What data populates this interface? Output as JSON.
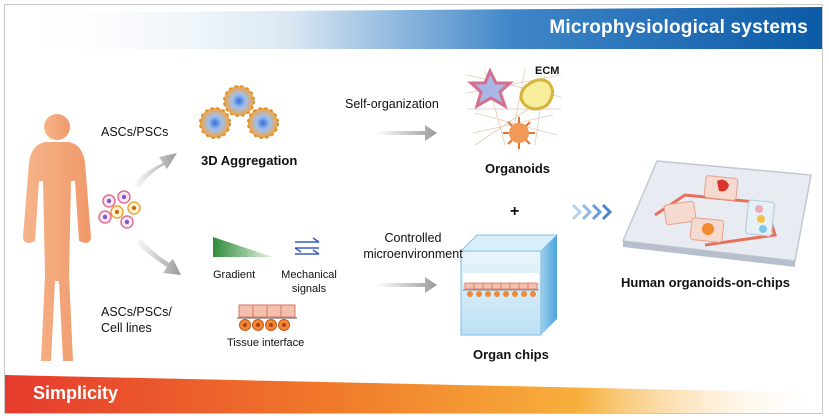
{
  "header": {
    "title": "Microphysiological systems",
    "color": "#0c5aa6"
  },
  "footer": {
    "title": "Simplicity",
    "color": "#e63a2e"
  },
  "source": {
    "label_upper": "ASCs/PSCs",
    "label_lower_line1": "ASCs/PSCs/",
    "label_lower_line2": "Cell lines"
  },
  "aggregation": {
    "label": "3D Aggregation"
  },
  "self_organization": {
    "label": "Self-organization"
  },
  "organoids": {
    "label": "Organoids",
    "ecm_label": "ECM"
  },
  "plus": "+",
  "controlled": {
    "line1": "Controlled",
    "line2": "microenvironment"
  },
  "cues": {
    "gradient": "Gradient",
    "mechanical_line1": "Mechanical",
    "mechanical_line2": "signals",
    "tissue": "Tissue interface"
  },
  "organ_chips": {
    "label": "Organ chips"
  },
  "result": {
    "label": "Human organoids-on-chips"
  },
  "icons": [
    "human-body-icon",
    "cells-icon",
    "arrow-icon",
    "chevrons-icon",
    "organoid-icon",
    "chip-icon"
  ]
}
